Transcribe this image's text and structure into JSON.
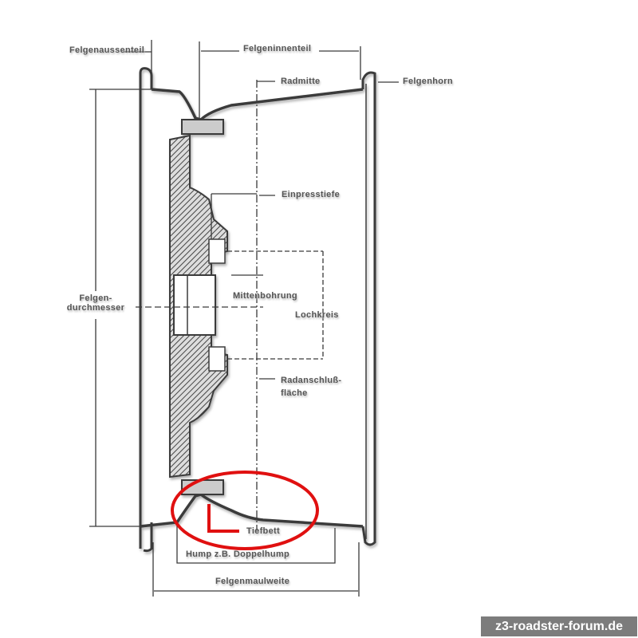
{
  "labels": {
    "outer_part": "Felgenaussenteil",
    "inner_part": "Felgeninnenteil",
    "wheel_center": "Radmitte",
    "rim_flange": "Felgenhorn",
    "diameter_1": "Felgen-",
    "diameter_2": "durchmesser",
    "offset": "Einpresstiefe",
    "center_bore": "Mittenbohrung",
    "bolt_circle": "Lochkreis",
    "mounting_face_1": "Radanschluß-",
    "mounting_face_2": "fläche",
    "drop_center": "Tiefbett",
    "hump": "Hump  z.B. Doppelhump",
    "rim_width": "Felgenmaulweite"
  },
  "watermark": "z3-roadster-forum.de",
  "colors": {
    "line": "#3a3a3a",
    "highlight": "#e01010",
    "watermark_bg": "#7c7c7c"
  }
}
